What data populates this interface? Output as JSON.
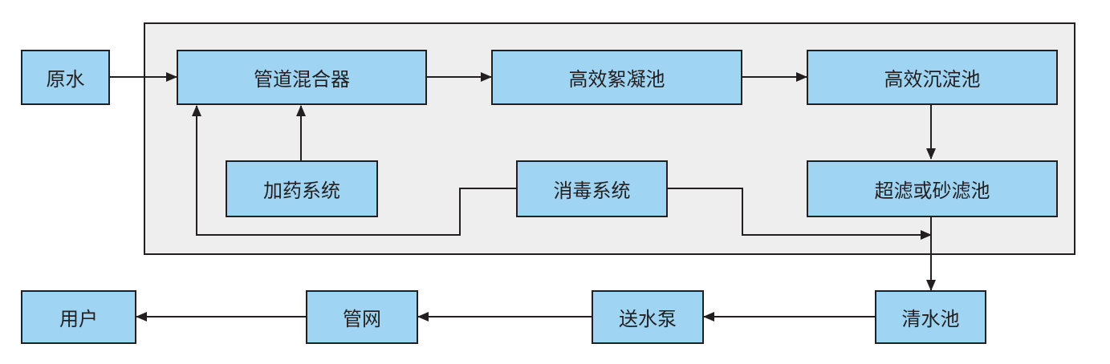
{
  "colors": {
    "box_fill": "#9fd5f2",
    "box_border": "#231f20",
    "frame_fill": "#eeeeee",
    "line": "#231f20"
  },
  "nodes": {
    "raw_water": "原水",
    "pipe_mixer": "管道混合器",
    "coag_tank": "高效絮凝池",
    "sed_tank": "高效沉淀池",
    "dosing": "加药系统",
    "disinfection": "消毒系统",
    "filter": "超滤或砂滤池",
    "clear_tank": "清水池",
    "pump": "送水泵",
    "network": "管网",
    "user": "用户"
  }
}
